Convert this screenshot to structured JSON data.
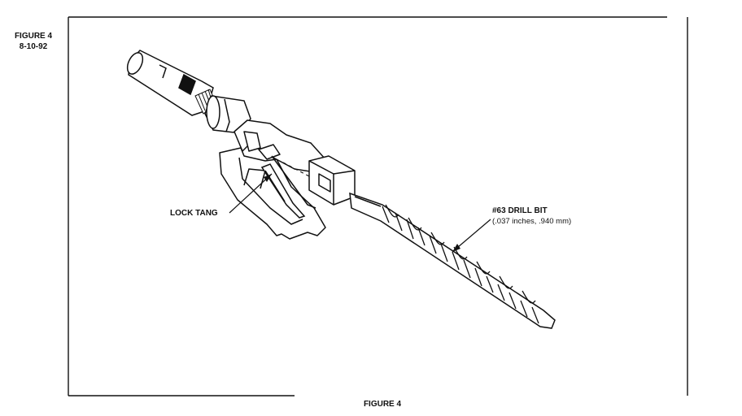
{
  "header": {
    "figure_label": "FIGURE 4",
    "date": "8-10-92"
  },
  "labels": {
    "lock_tang": "LOCK TANG",
    "drill_bit": "#63 DRILL BIT",
    "drill_bit_size": "(.037 inches, .940 mm)"
  },
  "caption": "FIGURE 4"
}
